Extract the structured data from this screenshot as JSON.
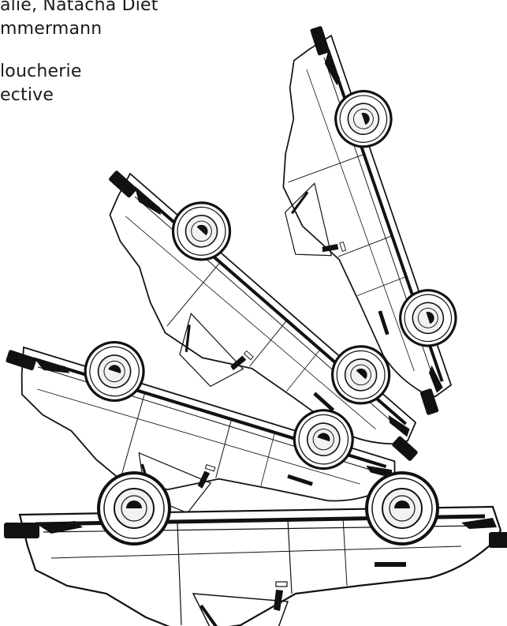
{
  "credits": {
    "lines": [
      "alie, Natacha Diet",
      "mmermann"
    ],
    "lines2": [
      "loucherie",
      "ective"
    ]
  },
  "artwork": {
    "subject": "car-upside-down",
    "copies": 4,
    "rotations_deg": [
      0,
      22,
      48,
      72
    ],
    "colors": {
      "ink": "#111111",
      "paper": "#ffffff",
      "hubcap": "#f2f2f2"
    }
  }
}
